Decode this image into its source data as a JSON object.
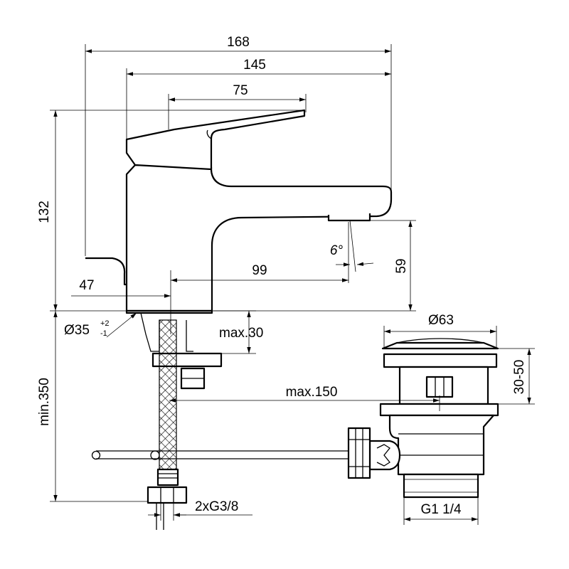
{
  "dimensions": {
    "overall_length": "168",
    "body_to_spout": "145",
    "lever_length": "75",
    "height": "132",
    "lever_offset": "47",
    "spout_reach": "99",
    "spout_height": "59",
    "tilt_angle": "6°",
    "hole_diameter": "Ø35",
    "hole_tol_plus": "+2",
    "hole_tol_minus": "-1",
    "max_deck": "max.30",
    "max_rod": "max.150",
    "min_hose": "min.350",
    "connections": "2xG3/8",
    "waste_diameter": "Ø63",
    "waste_range": "30-50",
    "waste_thread": "G1 1/4"
  }
}
